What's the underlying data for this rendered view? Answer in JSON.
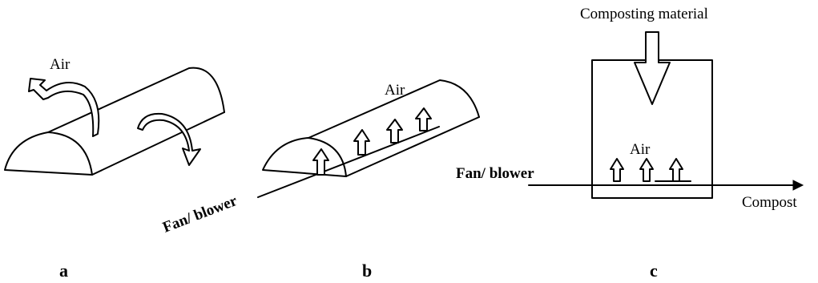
{
  "panel_a": {
    "air_label": "Air",
    "panel_label": "a"
  },
  "panel_b": {
    "air_label": "Air",
    "fan_label": "Fan/ blower",
    "panel_label": "b"
  },
  "panel_c": {
    "input_label": "Composting material",
    "air_label": "Air",
    "fan_label": "Fan/ blower",
    "output_label": "Compost",
    "panel_label": "c"
  }
}
